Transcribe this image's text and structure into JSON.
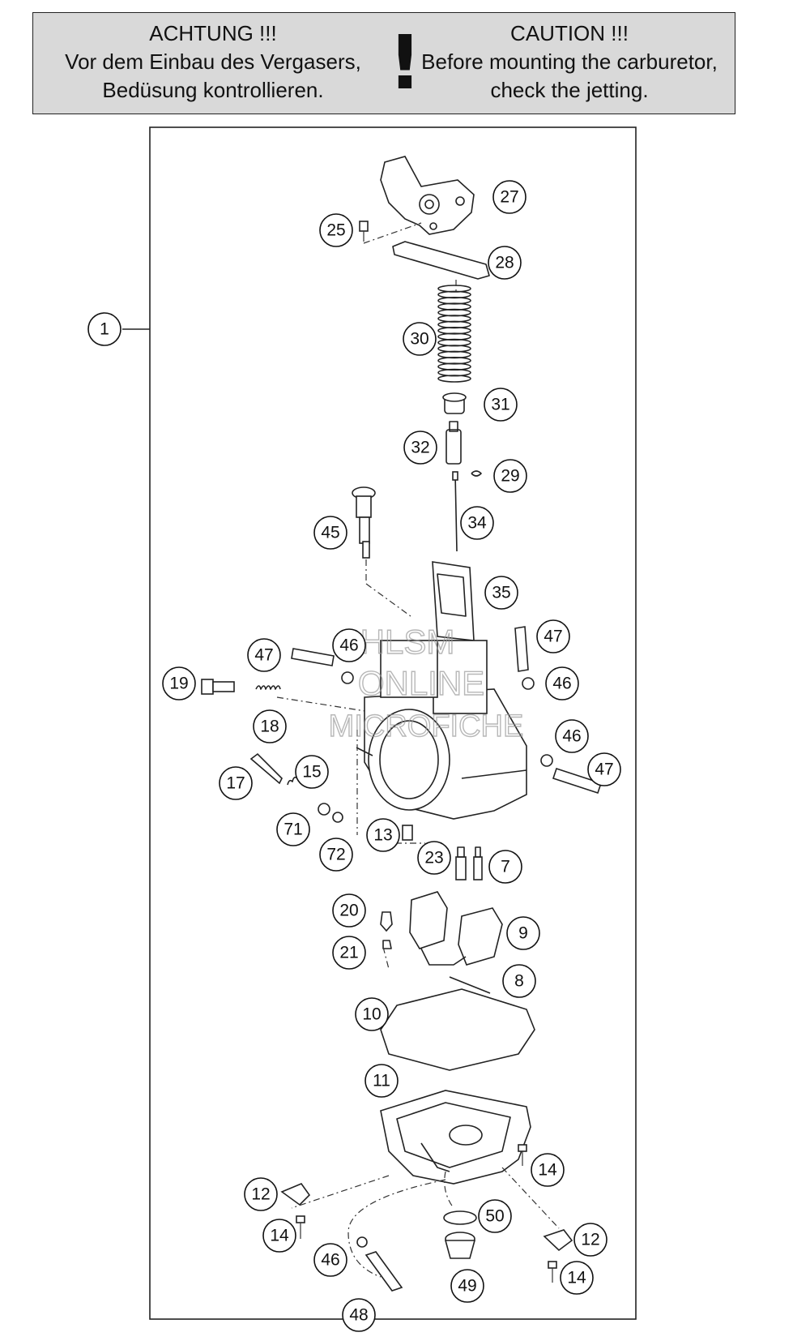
{
  "caution": {
    "de_title": "ACHTUNG !!!",
    "de_line1": "Vor dem Einbau des Vergasers,",
    "de_line2": "Bedüsung kontrollieren.",
    "en_title": "CAUTION !!!",
    "en_line1": "Before mounting the carburetor,",
    "en_line2": "check the jetting.",
    "mark": "!"
  },
  "watermark": {
    "line1": "HLSM",
    "line2": "ONLINE",
    "line3": "MICROFICHE"
  },
  "callouts": {
    "c1": "1",
    "c27": "27",
    "c25": "25",
    "c28": "28",
    "c30": "30",
    "c31": "31",
    "c32": "32",
    "c29": "29",
    "c34": "34",
    "c45": "45",
    "c35": "35",
    "c47a": "47",
    "c46a": "46",
    "c47b": "47",
    "c46b": "46",
    "c19": "19",
    "c18": "18",
    "c46c": "46",
    "c47c": "47",
    "c17": "17",
    "c15": "15",
    "c71": "71",
    "c72": "72",
    "c13": "13",
    "c23": "23",
    "c7": "7",
    "c20": "20",
    "c9": "9",
    "c21": "21",
    "c8": "8",
    "c10": "10",
    "c11": "11",
    "c14a": "14",
    "c12a": "12",
    "c14b": "14",
    "c50": "50",
    "c12b": "12",
    "c46d": "46",
    "c14c": "14",
    "c49": "49",
    "c48": "48"
  }
}
